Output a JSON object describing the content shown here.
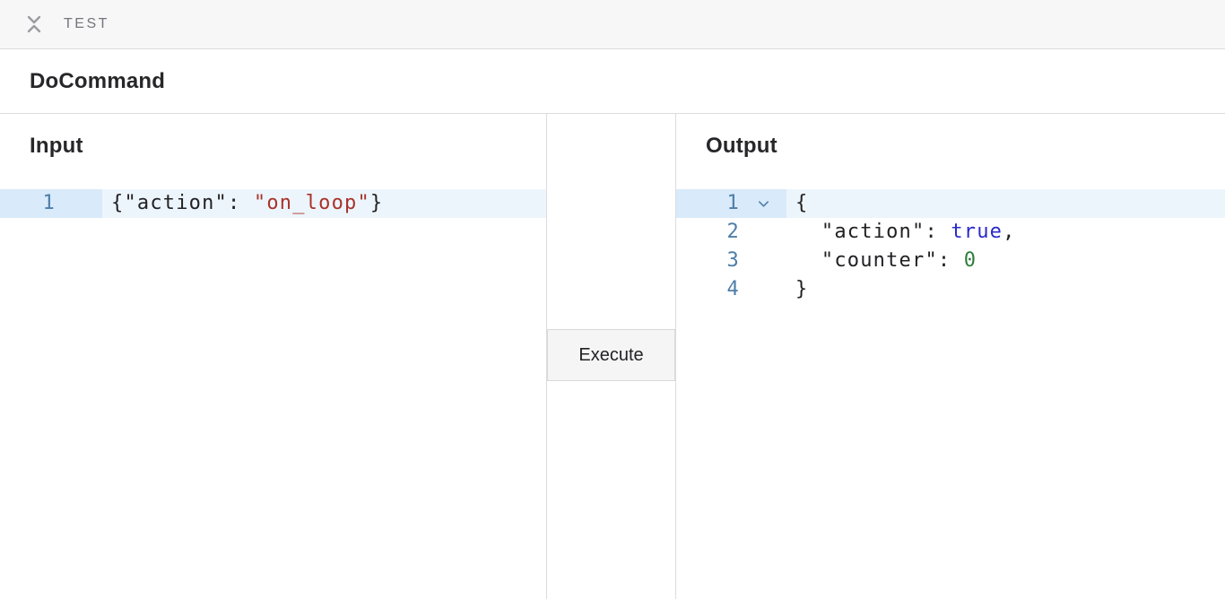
{
  "top_bar": {
    "label": "TEST",
    "collapse_icon": "collapse-vertical-icon"
  },
  "header": {
    "title": "DoCommand"
  },
  "input_panel": {
    "title": "Input",
    "editor": {
      "lines": [
        {
          "number": "1",
          "active": true,
          "fold": false,
          "tokens": [
            {
              "t": "plain",
              "v": "{\"action\": "
            },
            {
              "t": "string",
              "v": "\"on_loop\""
            },
            {
              "t": "plain",
              "v": "}"
            }
          ]
        }
      ]
    }
  },
  "middle": {
    "execute_label": "Execute"
  },
  "output_panel": {
    "title": "Output",
    "editor": {
      "lines": [
        {
          "number": "1",
          "active": true,
          "fold": true,
          "tokens": [
            {
              "t": "plain",
              "v": "{"
            }
          ]
        },
        {
          "number": "2",
          "active": false,
          "fold": false,
          "tokens": [
            {
              "t": "plain",
              "v": "  \"action\": "
            },
            {
              "t": "atom",
              "v": "true"
            },
            {
              "t": "plain",
              "v": ","
            }
          ]
        },
        {
          "number": "3",
          "active": false,
          "fold": false,
          "tokens": [
            {
              "t": "plain",
              "v": "  \"counter\": "
            },
            {
              "t": "number",
              "v": "0"
            }
          ]
        },
        {
          "number": "4",
          "active": false,
          "fold": false,
          "tokens": [
            {
              "t": "plain",
              "v": "}"
            }
          ]
        }
      ]
    }
  },
  "icons": {
    "collapse": "collapse-vertical-icon",
    "fold": "chevron-down-icon"
  },
  "colors": {
    "plain": "#212124",
    "string": "#a8332a",
    "atom": "#2929c8",
    "number": "#2f7d3b",
    "line_number": "#4d7ea8",
    "active_line_bg": "#edf5fc",
    "active_gutter_bg": "#d9eafa",
    "border": "#dcdcdf",
    "top_bar_bg": "#f7f7f8",
    "button_bg": "#f5f5f6"
  }
}
